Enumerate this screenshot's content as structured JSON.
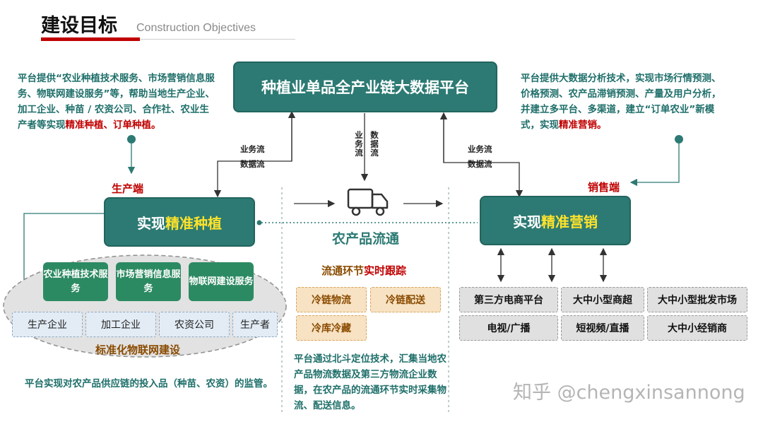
{
  "header": {
    "title": "建设目标",
    "subtitle": "Construction  Objectives"
  },
  "platform": {
    "title": "种植业单品全产业链大数据平台"
  },
  "notes": {
    "left_top_prefix": "平台提供“农业种植技术服务、市场营销信息服务、物联网建设服务”等，帮助当地生产企业、加工企业、种苗 / 农资公司、合作社、农业生产者等实现",
    "left_top_highlight": "精准种植、订单种植。",
    "right_top_prefix": "平台提供大数据分析技术，实现市场行情预测、价格预测、农产品滞销预测、产量及用户分析，并建立多平台、多渠道，建立“订单农业”新模式，实现",
    "right_top_highlight": "精准营销。",
    "bottom_left": "平台实现对农产品供应链的投入品（种苗、农资）的监管。",
    "bottom_center": "平台通过北斗定位技术，汇集当地农产品物流数据及第三方物流企业数据，在农产品的流通环节实时采集物流、配送信息。"
  },
  "flows": {
    "biz": "业务流",
    "data": "数据流",
    "biz_vertical": "业务流",
    "data_vertical": "数据流"
  },
  "production": {
    "side_label": "生产端",
    "box_prefix": "实现",
    "box_highlight": "精准种植",
    "services": [
      "农业种植技术服务",
      "市场营销信息服务",
      "物联网建设服务"
    ],
    "entities": [
      "生产企业",
      "加工企业",
      "农资公司",
      "生产者"
    ],
    "footer": "标准化物联网建设"
  },
  "circulation": {
    "label": "农产品流通",
    "tracking_prefix": "流通环节",
    "tracking_highlight": "实时跟踪",
    "cold_items": [
      "冷链物流",
      "冷链配送",
      "冷库冷藏"
    ]
  },
  "sales": {
    "side_label": "销售端",
    "box_prefix": "实现",
    "box_highlight": "精准营销",
    "channels": [
      "第三方电商平台",
      "大中小型商超",
      "大中小型批发市场",
      "电视/广播",
      "短视频/直播",
      "大中小经销商"
    ]
  },
  "watermark": "知乎 @chengxinsannong",
  "colors": {
    "teal": "#2c7a73",
    "red": "#c00000",
    "green_service": "#2c8a62",
    "highlight_yellow": "#ffe32b"
  }
}
